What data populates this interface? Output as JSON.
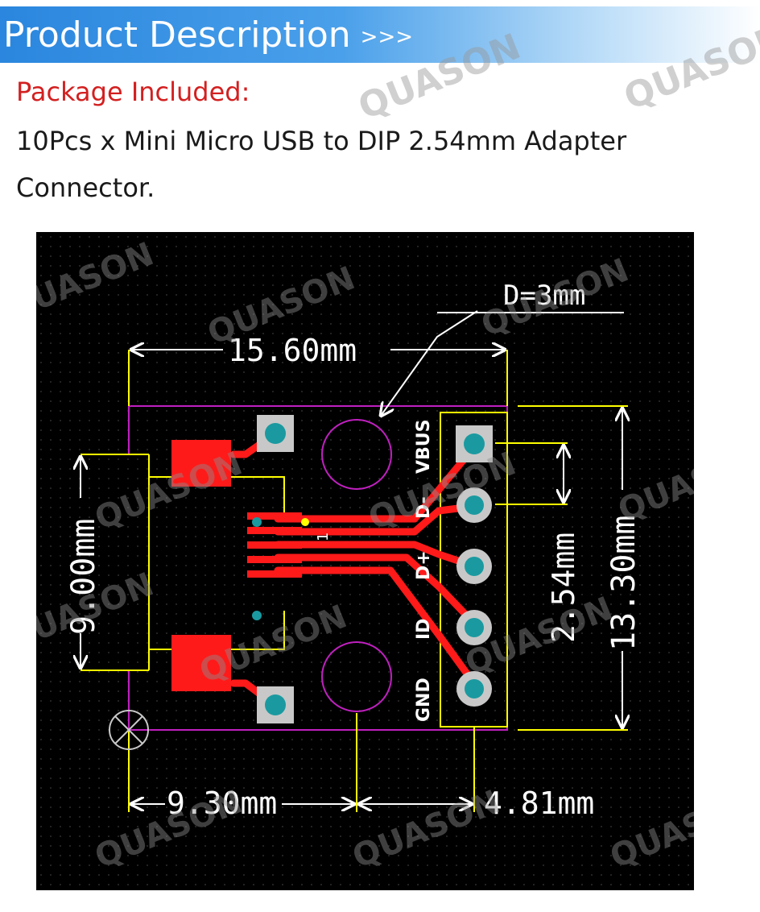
{
  "header": {
    "title": "Product Description",
    "arrows": ">>>"
  },
  "package": {
    "heading": "Package Included:",
    "text": "10Pcs x Mini Micro USB to DIP 2.54mm Adapter Connector."
  },
  "watermark": "QUASON",
  "diagram": {
    "dim_width": "15.60mm",
    "dim_height": "13.30mm",
    "dim_usb_width": "9.00mm",
    "dim_hole_offset": "9.30mm",
    "dim_pin_offset": "4.81mm",
    "dim_pitch": "2.54mm",
    "dim_hole_diameter": "D=3mm",
    "pin1_marker": "1",
    "pin_labels": [
      "VBUS",
      "D-",
      "D+",
      "ID",
      "GND"
    ]
  },
  "colors": {
    "banner": "#2a86de",
    "heading_red": "#d32020",
    "pcb_background": "#000000",
    "copper": "#ff1a1a",
    "outline": "#c020c0",
    "dimension": "#ffff00",
    "pad": "#c8c8c8",
    "hole": "#1a9aa0"
  }
}
